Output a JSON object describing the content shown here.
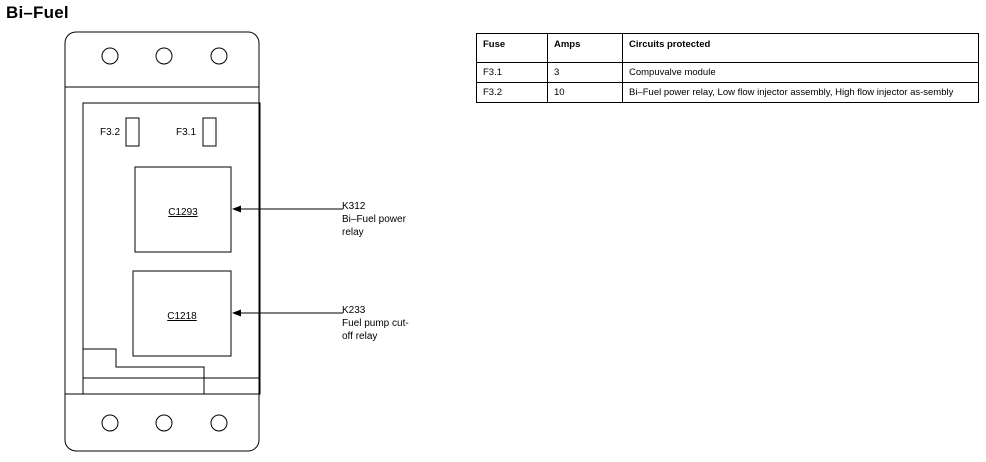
{
  "title": "Bi–Fuel",
  "diagram": {
    "fuses": [
      {
        "label": "F3.2"
      },
      {
        "label": "F3.1"
      }
    ],
    "relays": [
      {
        "connector": "C1293",
        "callout_id": "K312",
        "callout_desc_line1": "Bi–Fuel power",
        "callout_desc_line2": "relay"
      },
      {
        "connector": "C1218",
        "callout_id": "K233",
        "callout_desc_line1": "Fuel pump cut-",
        "callout_desc_line2": "off relay"
      }
    ]
  },
  "table": {
    "headers": {
      "fuse": "Fuse",
      "amps": "Amps",
      "circuits": "Circuits protected"
    },
    "rows": [
      {
        "fuse": "F3.1",
        "amps": "3",
        "circuits": "Compuvalve module"
      },
      {
        "fuse": "F3.2",
        "amps": "10",
        "circuits": "Bi–Fuel power relay, Low flow injector assembly, High flow injector as-sembly"
      }
    ]
  }
}
